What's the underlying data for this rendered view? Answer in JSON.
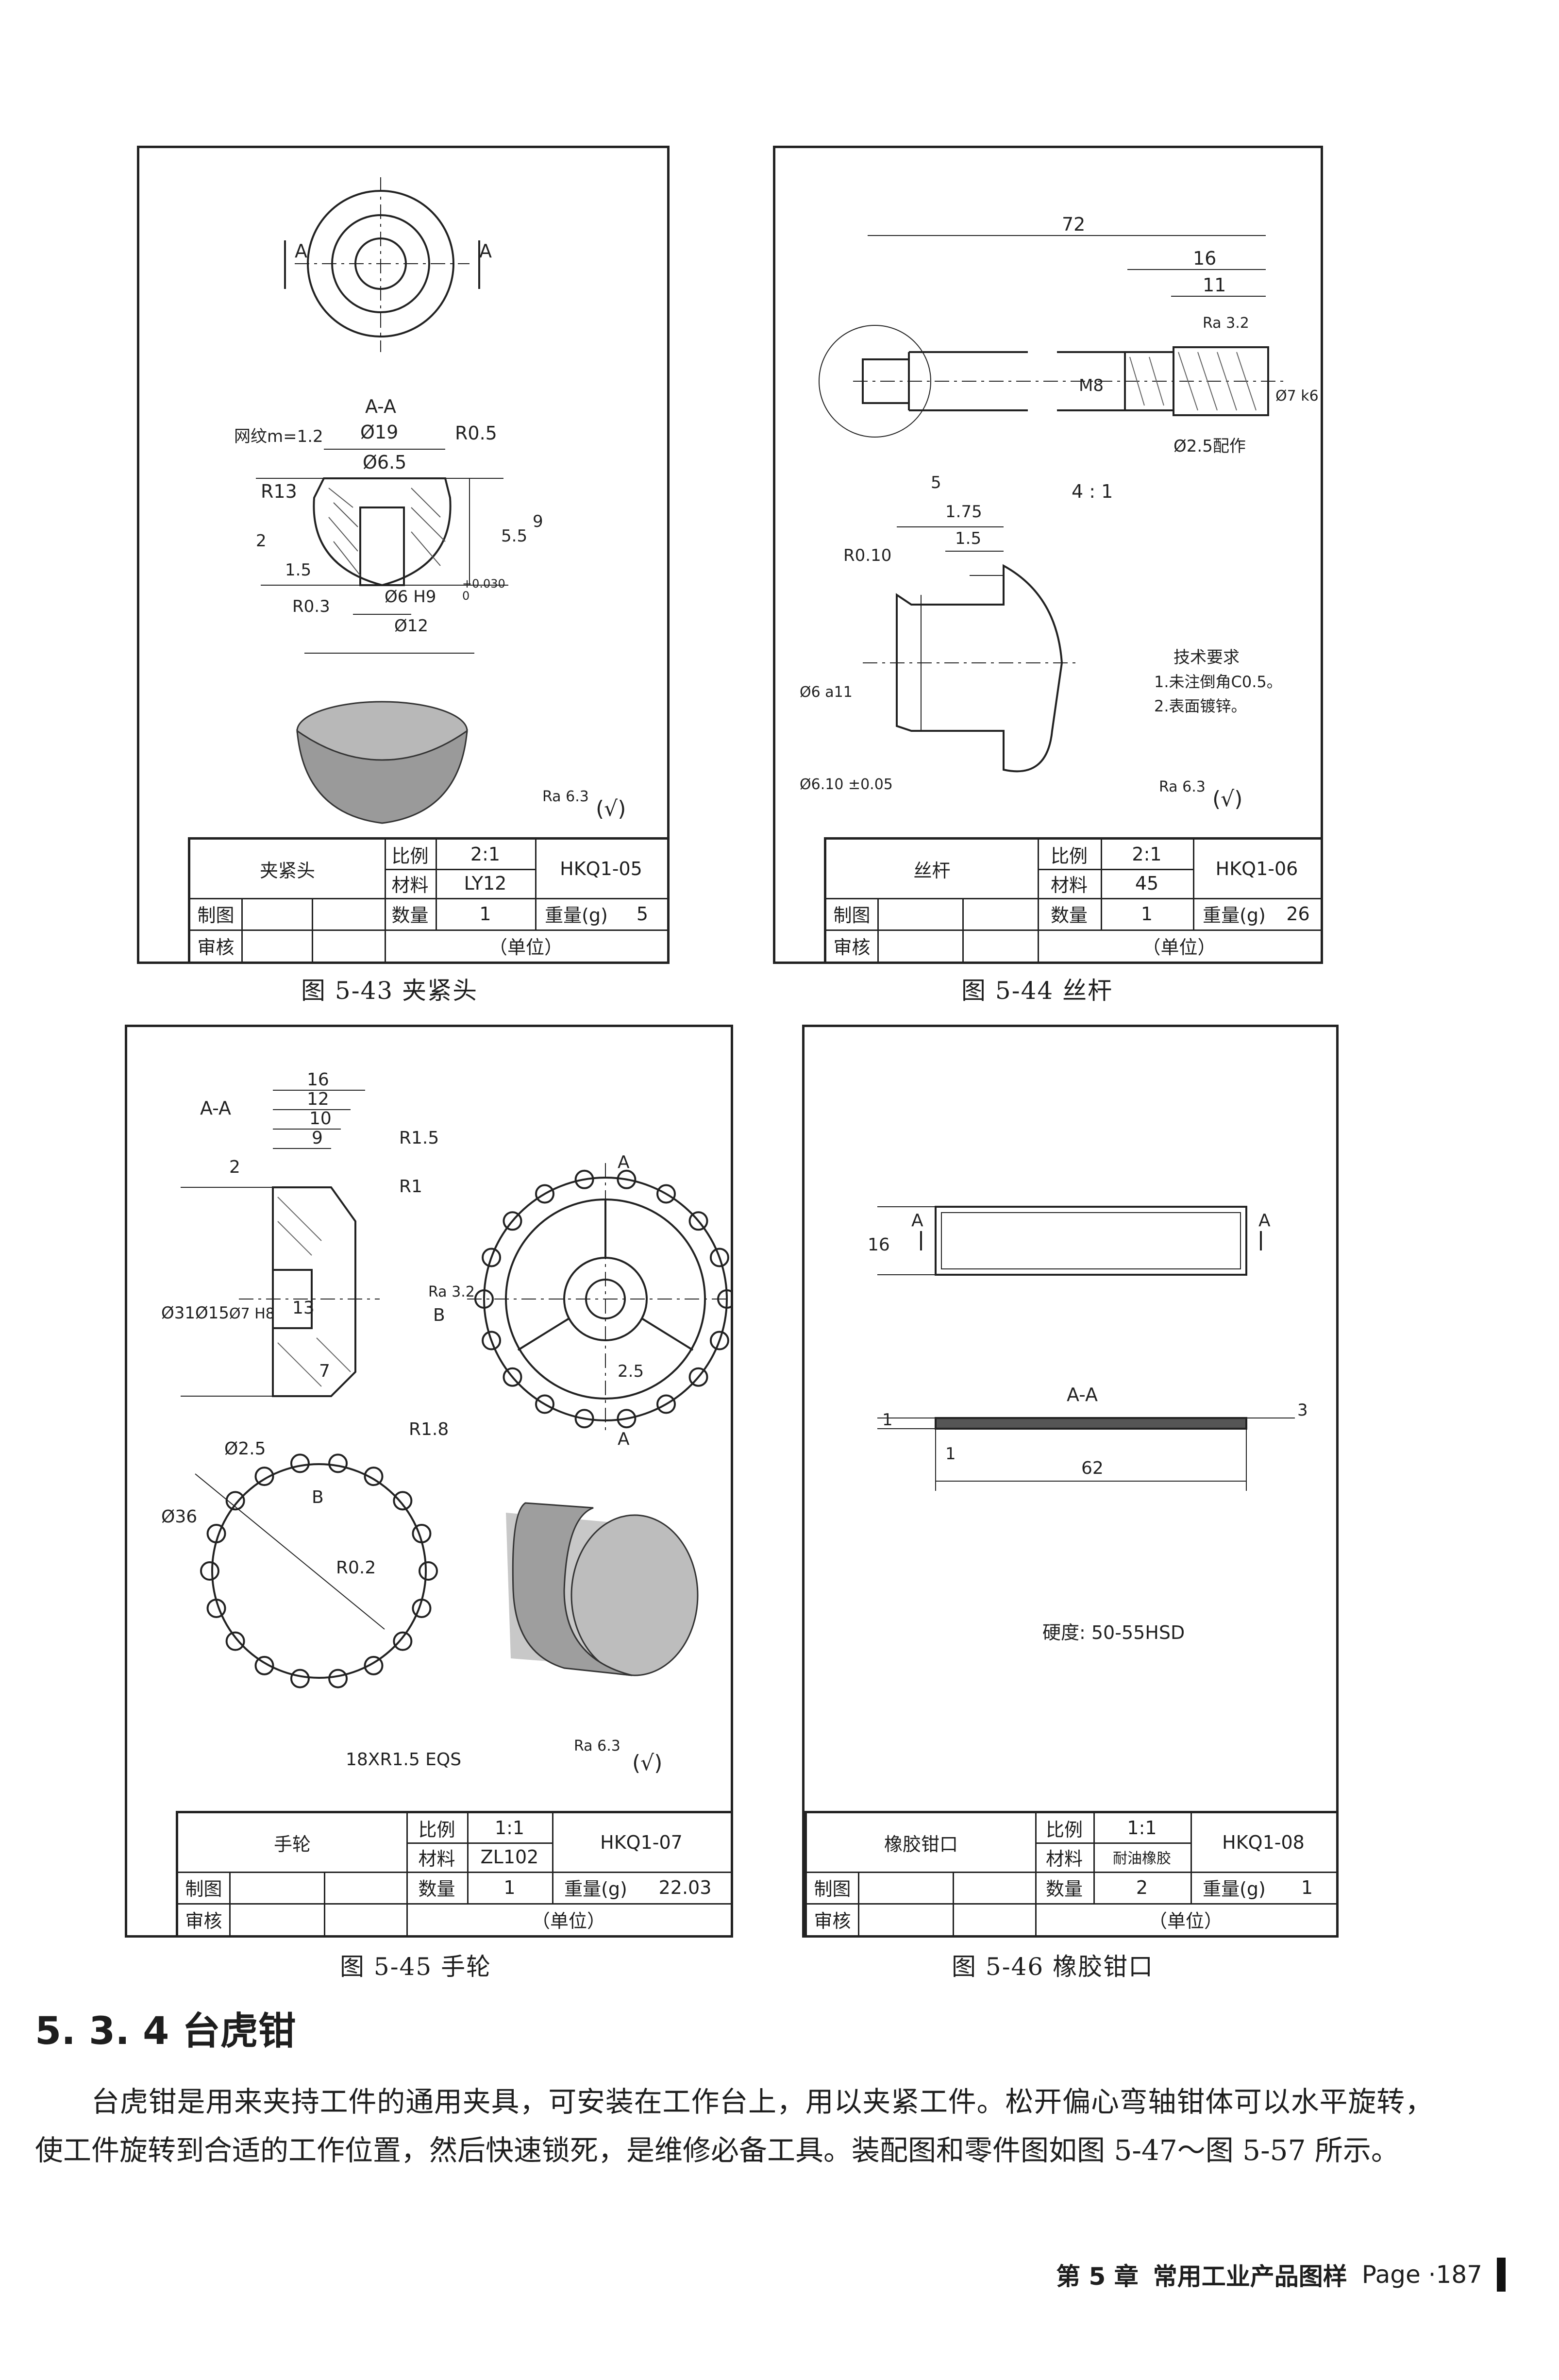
{
  "figures": [
    {
      "caption": "图 5-43    夹紧头",
      "title_block": {
        "name": "夹紧头",
        "scale_label": "比例",
        "scale": "2:1",
        "material_label": "材料",
        "material": "LY12",
        "code": "HKQ1-05",
        "drawn_label": "制图",
        "checked_label": "审核",
        "qty_label": "数量",
        "qty": "1",
        "weight_label": "重量(g)",
        "weight": "5",
        "unit": "（单位）"
      },
      "dims": [
        "A",
        "A",
        "A-A",
        "Ø19",
        "Ø6.5",
        "R0.5",
        "网纹m=1.2",
        "R13",
        "2",
        "1.5",
        "5.5",
        "9",
        "R0.3",
        "Ø6 H9",
        "+0.030",
        "0",
        "Ø12",
        "Ra 6.3",
        "(√)"
      ]
    },
    {
      "caption": "图 5-44    丝杆",
      "title_block": {
        "name": "丝杆",
        "scale_label": "比例",
        "scale": "2:1",
        "material_label": "材料",
        "material": "45",
        "code": "HKQ1-06",
        "drawn_label": "制图",
        "checked_label": "审核",
        "qty_label": "数量",
        "qty": "1",
        "weight_label": "重量(g)",
        "weight": "26",
        "unit": "（单位）"
      },
      "dims": [
        "72",
        "16",
        "11",
        "Ra 3.2",
        "M8",
        "Ø7 k6",
        "Ø2.5配作",
        "5",
        "1.75",
        "1.5",
        "4 : 1",
        "R0.10",
        "Ø6 a11",
        "Ø6.10 ±0.05",
        "技术要求",
        "1.未注倒角C0.5。",
        "2.表面镀锌。",
        "Ra 6.3",
        "(√)"
      ]
    },
    {
      "caption": "图 5-45    手轮",
      "title_block": {
        "name": "手轮",
        "scale_label": "比例",
        "scale": "1:1",
        "material_label": "材料",
        "material": "ZL102",
        "code": "HKQ1-07",
        "drawn_label": "制图",
        "checked_label": "审核",
        "qty_label": "数量",
        "qty": "1",
        "weight_label": "重量(g)",
        "weight": "22.03",
        "unit": "（单位）"
      },
      "dims": [
        "A-A",
        "16",
        "12",
        "10",
        "9",
        "2",
        "R1.5",
        "R1",
        "Ø31",
        "Ø15",
        "Ø7 H8",
        "13",
        "Ra 3.2",
        "B",
        "7",
        "R1.8",
        "Ø2.5",
        "2.5",
        "A",
        "A",
        "B",
        "Ø36",
        "R0.2",
        "18XR1.5 EQS",
        "Ra 6.3",
        "(√)"
      ]
    },
    {
      "caption": "图 5-46    橡胶钳口",
      "title_block": {
        "name": "橡胶钳口",
        "scale_label": "比例",
        "scale": "1:1",
        "material_label": "材料",
        "material": "耐油橡胶",
        "code": "HKQ1-08",
        "drawn_label": "制图",
        "checked_label": "审核",
        "qty_label": "数量",
        "qty": "2",
        "weight_label": "重量(g)",
        "weight": "1",
        "unit": "（单位）"
      },
      "dims": [
        "16",
        "A",
        "A",
        "A-A",
        "3",
        "1",
        "1",
        "62",
        "硬度: 50-55HSD"
      ]
    }
  ],
  "section": {
    "heading": "5. 3. 4    台虎钳",
    "paragraph": "台虎钳是用来夹持工件的通用夹具，可安装在工作台上，用以夹紧工件。松开偏心弯轴钳体可以水平旋转，使工件旋转到合适的工作位置，然后快速锁死，是维修必备工具。装配图和零件图如图 5-47～图 5-57 所示。"
  },
  "footer": {
    "chapter": "第 5 章",
    "title": "常用工业产品图样",
    "page": "Page ·187"
  }
}
